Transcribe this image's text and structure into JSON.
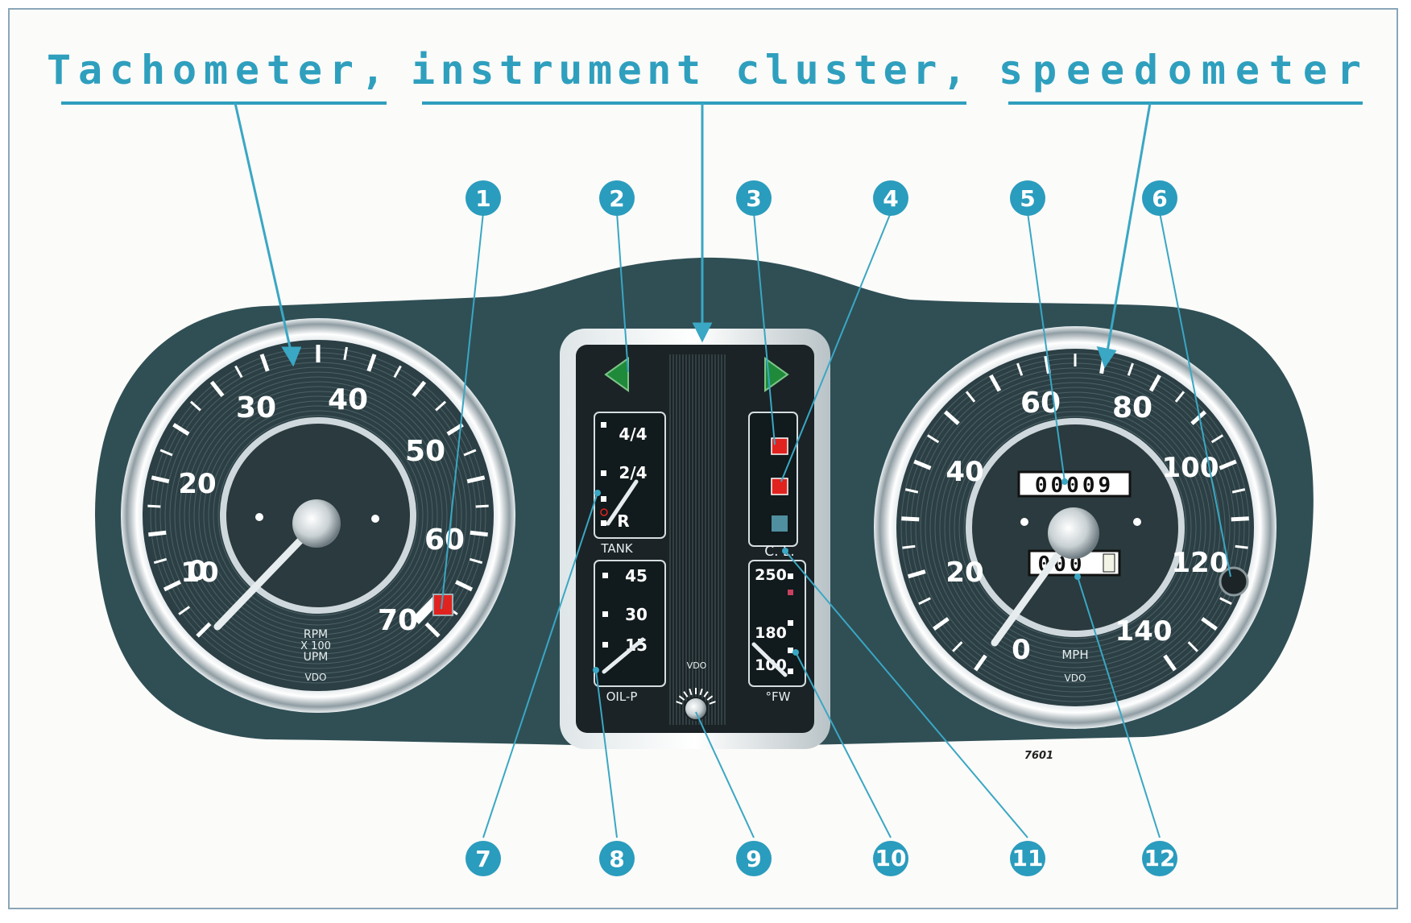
{
  "title": {
    "tachometer": "Tachometer,",
    "cluster": "instrument cluster,",
    "speedometer": "speedometer"
  },
  "callouts": [
    "1",
    "2",
    "3",
    "4",
    "5",
    "6",
    "7",
    "8",
    "9",
    "10",
    "11",
    "12"
  ],
  "tachometer": {
    "numbers": [
      "10",
      "20",
      "30",
      "40",
      "50",
      "60",
      "70",
      "0"
    ],
    "unit_lines": [
      "RPM",
      "X 100",
      "UPM"
    ],
    "brand": "VDO"
  },
  "speedometer": {
    "numbers": [
      "0",
      "20",
      "40",
      "60",
      "80",
      "100",
      "120",
      "140"
    ],
    "unit": "MPH",
    "brand": "VDO",
    "odometer": "00009",
    "trip": "000"
  },
  "cluster": {
    "tank_marks": [
      "4/4",
      "2/4",
      "R"
    ],
    "tank_label": "TANK",
    "oil_marks": [
      "45",
      "30",
      "15"
    ],
    "oil_label": "OIL-P",
    "temp_marks": [
      "250",
      "180",
      "100"
    ],
    "temp_label": "°FW",
    "cl_label": "C. L.",
    "brand": "VDO"
  },
  "figure_number": "7601",
  "colors": {
    "accent": "#2a9cbd",
    "panel": "#2f4f55",
    "warning_red": "#e0231f",
    "indicator_green": "#1f8a3a"
  }
}
